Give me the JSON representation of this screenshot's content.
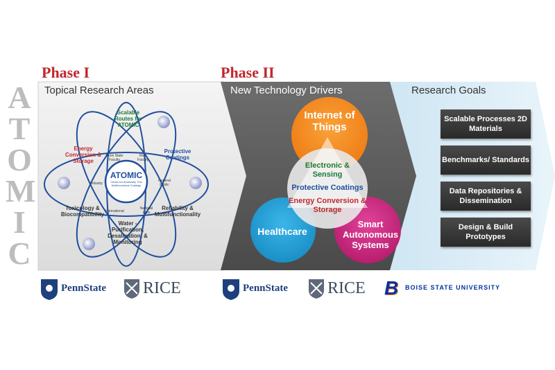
{
  "vertical_title": [
    "A",
    "T",
    "O",
    "M",
    "I",
    "C"
  ],
  "phase1": {
    "label": "Phase I",
    "section_title": "Topical Research Areas",
    "atom_center": {
      "name": "ATOMIC",
      "subtitle": "Center for Atomically Thin Multifunctional Coatings"
    },
    "areas": {
      "scalable": "Scalable Routes for ATOMIC",
      "energy": "Energy Conversion & Storage",
      "protective": "Protective Coatings",
      "toxicology": "Toxicology & Biocompatibility",
      "reliability": "Reliability & Multifunctionality",
      "water": "Water - Purification, Desalination, & Monitoring"
    },
    "partners": {
      "penn_state_faculty": "Penn State Faculty",
      "rice_faculty": "Rice Faculty",
      "industry": "Industry",
      "general_public": "General Public",
      "international": "International",
      "national_labs": "National Labs"
    }
  },
  "phase2": {
    "label": "Phase II",
    "section_title": "New Technology Drivers",
    "bubbles": {
      "iot": "Internet of Things",
      "healthcare": "Healthcare",
      "smart": "Smart Autonomous Systems"
    },
    "center_items": {
      "electronic": "Electronic & Sensing",
      "protective": "Protective Coatings",
      "energy": "Energy Conversion & Storage"
    }
  },
  "goals": {
    "section_title": "Research Goals",
    "items": [
      "Scalable Processes 2D Materials",
      "Benchmarks/ Standards",
      "Data Repositories & Dissemination",
      "Design & Build Prototypes"
    ]
  },
  "logos": {
    "pennstate": "PennState",
    "rice": "RICE",
    "boise": "BOISE STATE UNIVERSITY",
    "boise_mark": "B"
  },
  "colors": {
    "phase_red": "#c1272d",
    "iot_orange": "#f7941d",
    "healthcare_blue": "#27a9e1",
    "smart_magenta": "#d6247f",
    "atom_blue": "#1f4e9c"
  }
}
